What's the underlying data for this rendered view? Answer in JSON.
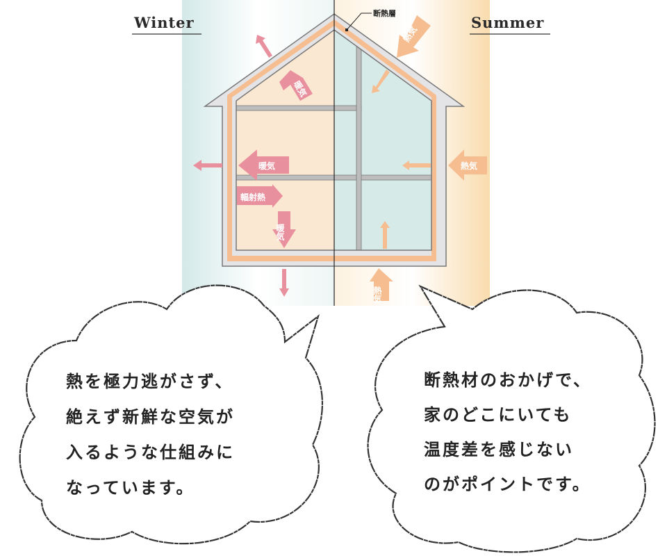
{
  "winter": {
    "title": "Winter",
    "arrows": {
      "warm_air_roof": "暖気",
      "warm_air_wall": "暖気",
      "radiant_heat": "輻射熱",
      "warm_air_floor": "暖気"
    }
  },
  "summer": {
    "title": "Summer",
    "arrows": {
      "heat_roof": "熱気",
      "heat_wall": "熱気",
      "heat_floor": "熱気"
    }
  },
  "insulation_label": "断熱層",
  "bubbles": {
    "left": [
      "熱を極力逃がさず、",
      "絶えず新鮮な空気が",
      "入るような仕組みに",
      "なっています。"
    ],
    "right": [
      "断熱材のおかげで、",
      "家のどこにいても",
      "温度差を感じない",
      "のがポイントです。"
    ]
  },
  "colors": {
    "winter_room": "#fbe8d2",
    "summer_room": "#d6eae8",
    "insulation": "#f5bd90",
    "warm_arrow": "#e8909e",
    "heat_arrow": "#f5bd90"
  }
}
